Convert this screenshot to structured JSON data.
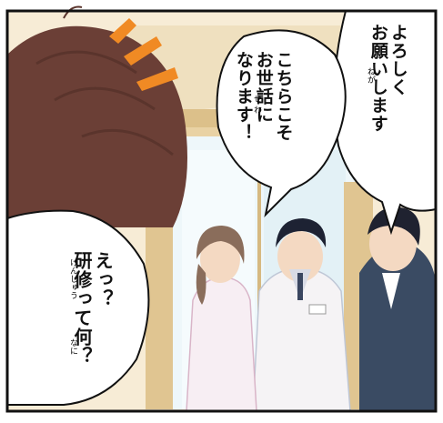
{
  "panel": {
    "speech_right": {
      "line1": "よろしく",
      "line2": "お願いします",
      "ruby": "ねが"
    },
    "speech_center": {
      "line1": "こちらこそ",
      "line2": "お世話に",
      "line3": "なります！",
      "ruby": "せ わ"
    },
    "speech_left": {
      "line1": "えっ？",
      "line2": "研修って何？",
      "ruby1": "けんしゅう",
      "ruby2": "なに"
    },
    "colors": {
      "hair_brown": "#6b3f36",
      "door_frame": "#e9d2a4",
      "wall": "#f7ecd6",
      "window_light": "#eef7fa",
      "suit": "#3a4b63",
      "lab_coat": "#f5f3f5",
      "effect_orange": "#f08a24"
    }
  }
}
